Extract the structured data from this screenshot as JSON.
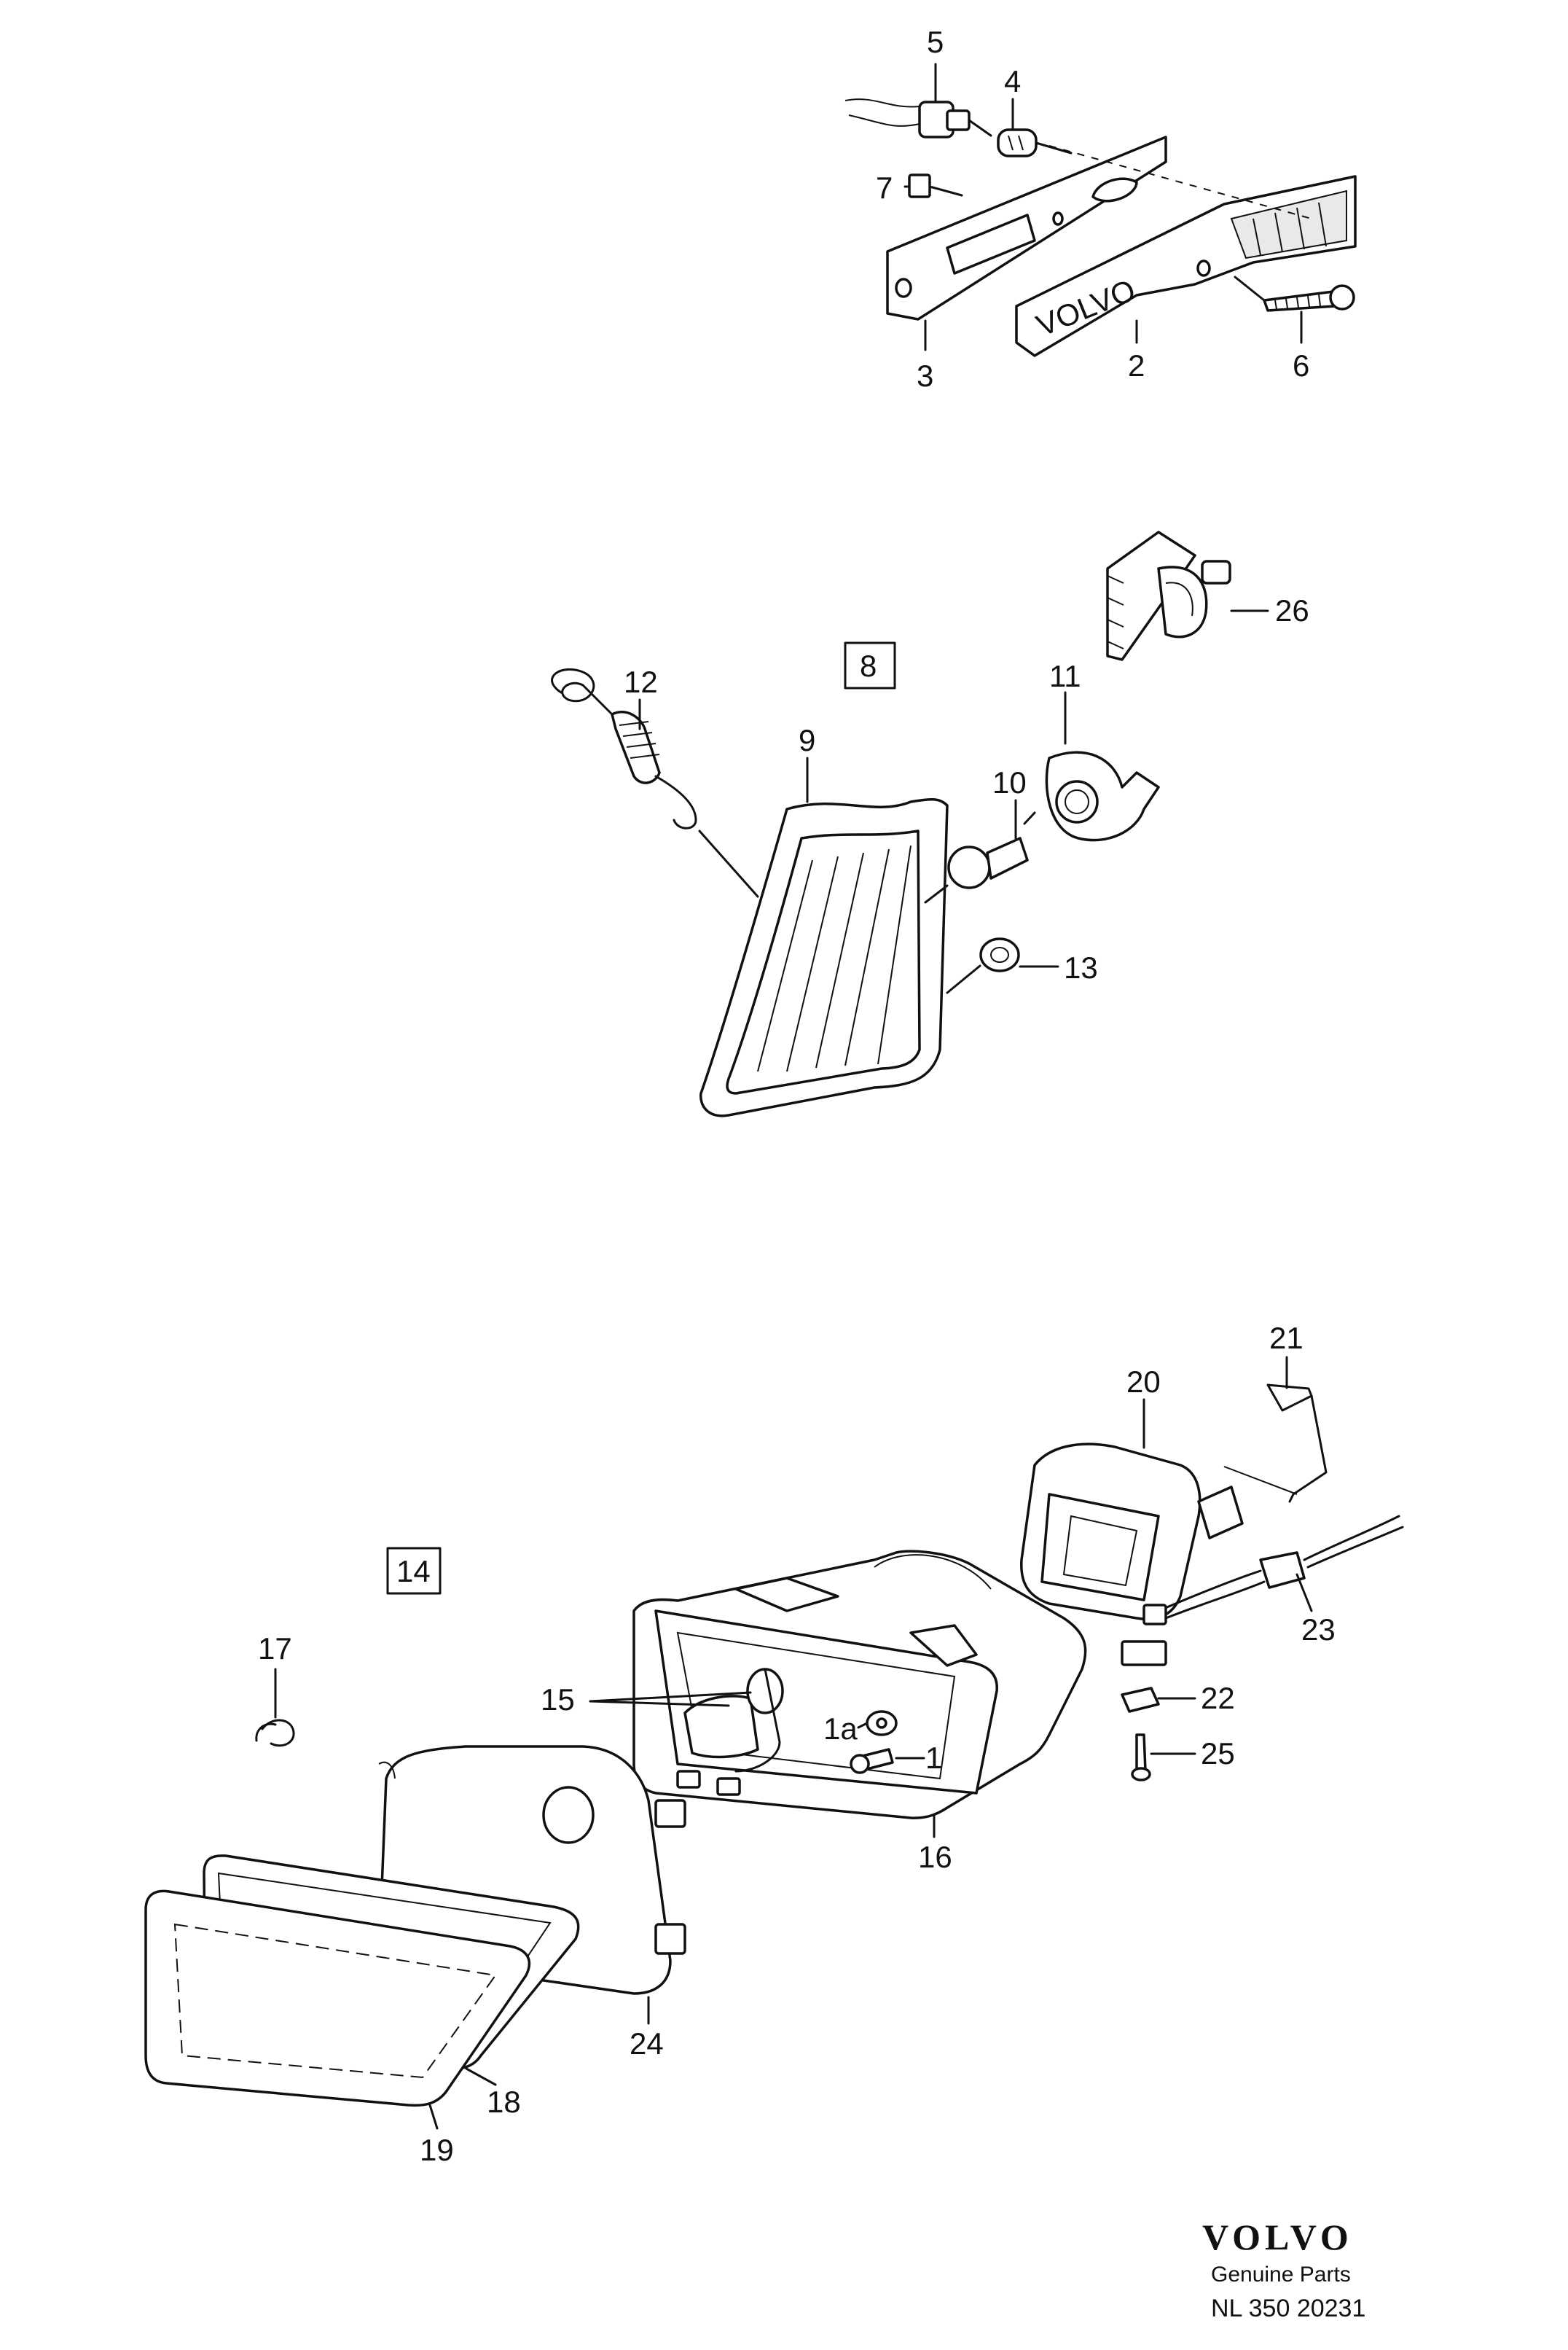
{
  "callouts": {
    "c1": "1",
    "c1a": "1a",
    "c2": "2",
    "c3": "3",
    "c4": "4",
    "c5": "5",
    "c6": "6",
    "c7": "7",
    "c9": "9",
    "c10": "10",
    "c11": "11",
    "c12": "12",
    "c13": "13",
    "c15": "15",
    "c16": "16",
    "c17": "17",
    "c18": "18",
    "c19": "19",
    "c20": "20",
    "c21": "21",
    "c22": "22",
    "c23": "23",
    "c24": "24",
    "c25": "25",
    "c26": "26"
  },
  "group_boxes": {
    "g8": "8",
    "g14": "14"
  },
  "emblem_text": "VOLVO",
  "footer": {
    "brand": "VOLVO",
    "genuine": "Genuine Parts",
    "ref": "NL 350   20231"
  }
}
